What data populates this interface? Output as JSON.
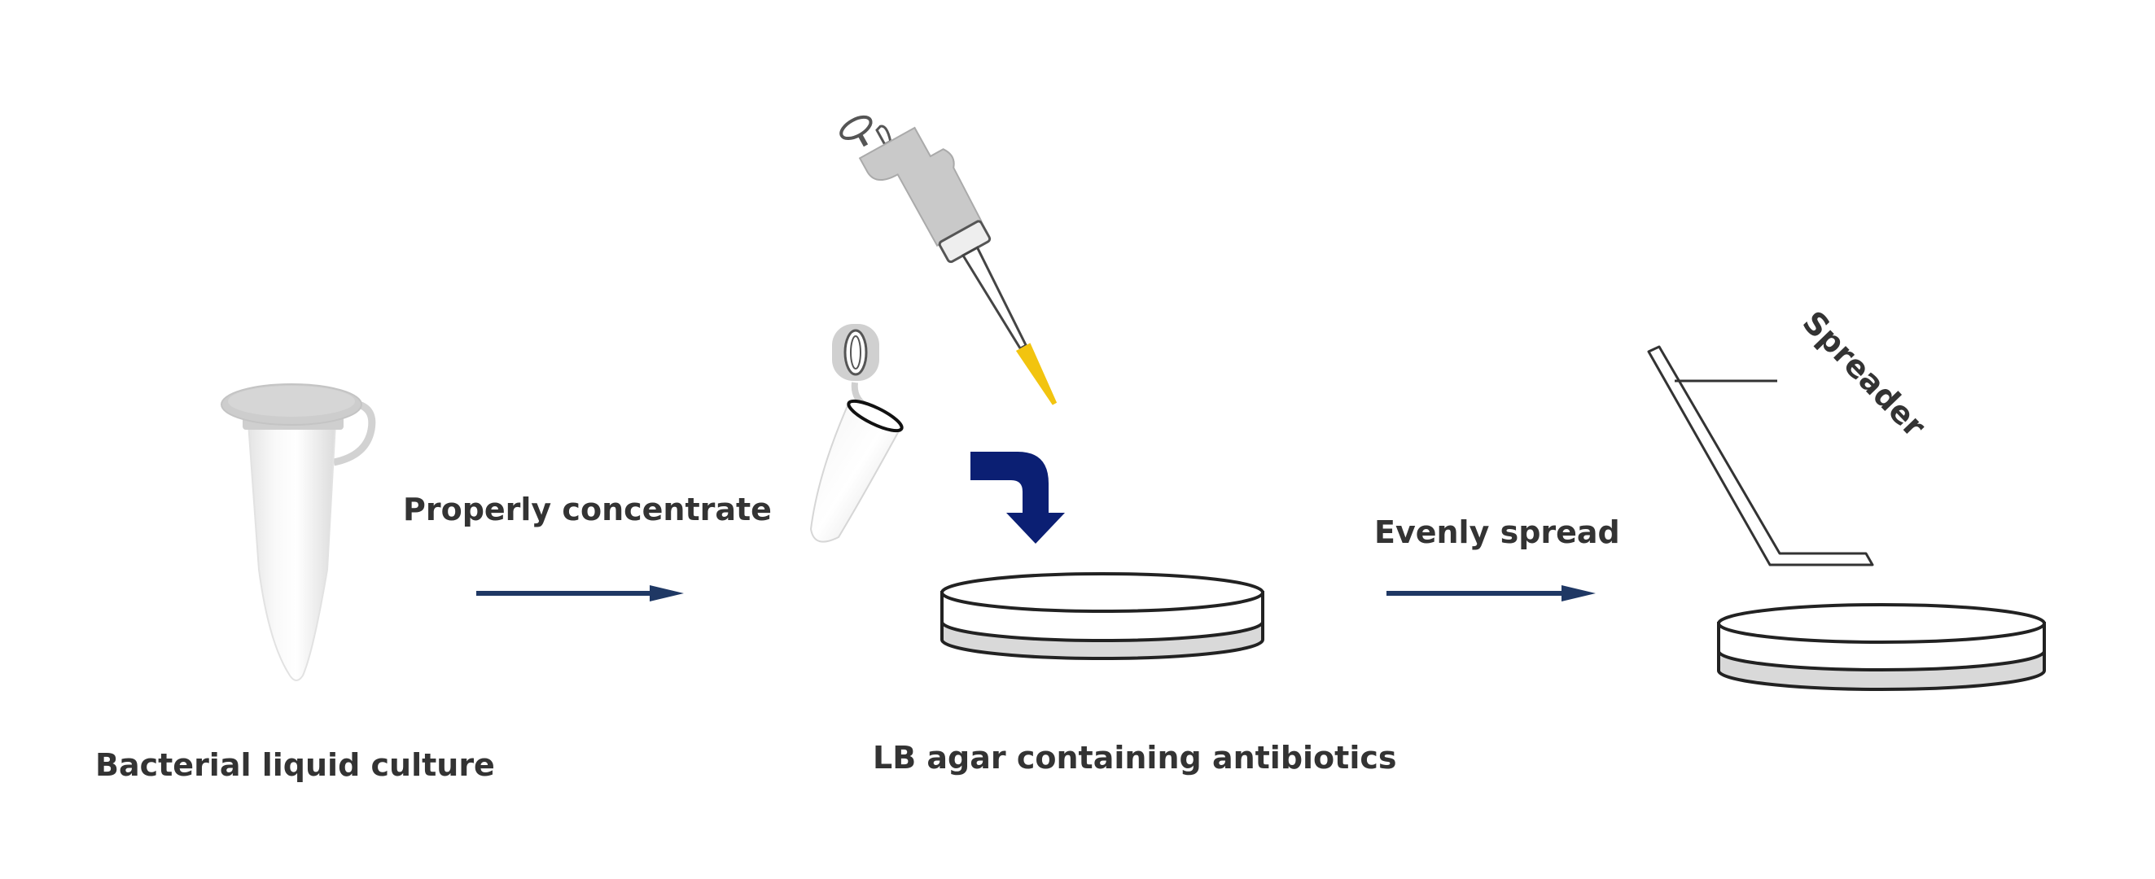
{
  "labels": {
    "tube": "Bacterial liquid culture",
    "step1": "Properly concentrate",
    "plate": "LB agar containing antibiotics",
    "step2": "Evenly spread",
    "spreader": "Spreader"
  },
  "colors": {
    "arrow": "#1f3864",
    "curved_arrow": "#0b1f73",
    "pipette_tip": "#f2c40f",
    "pipette_body": "#c9c9c9",
    "plate_base": "#d9d9d9",
    "outline": "#222222",
    "text": "#333333"
  }
}
